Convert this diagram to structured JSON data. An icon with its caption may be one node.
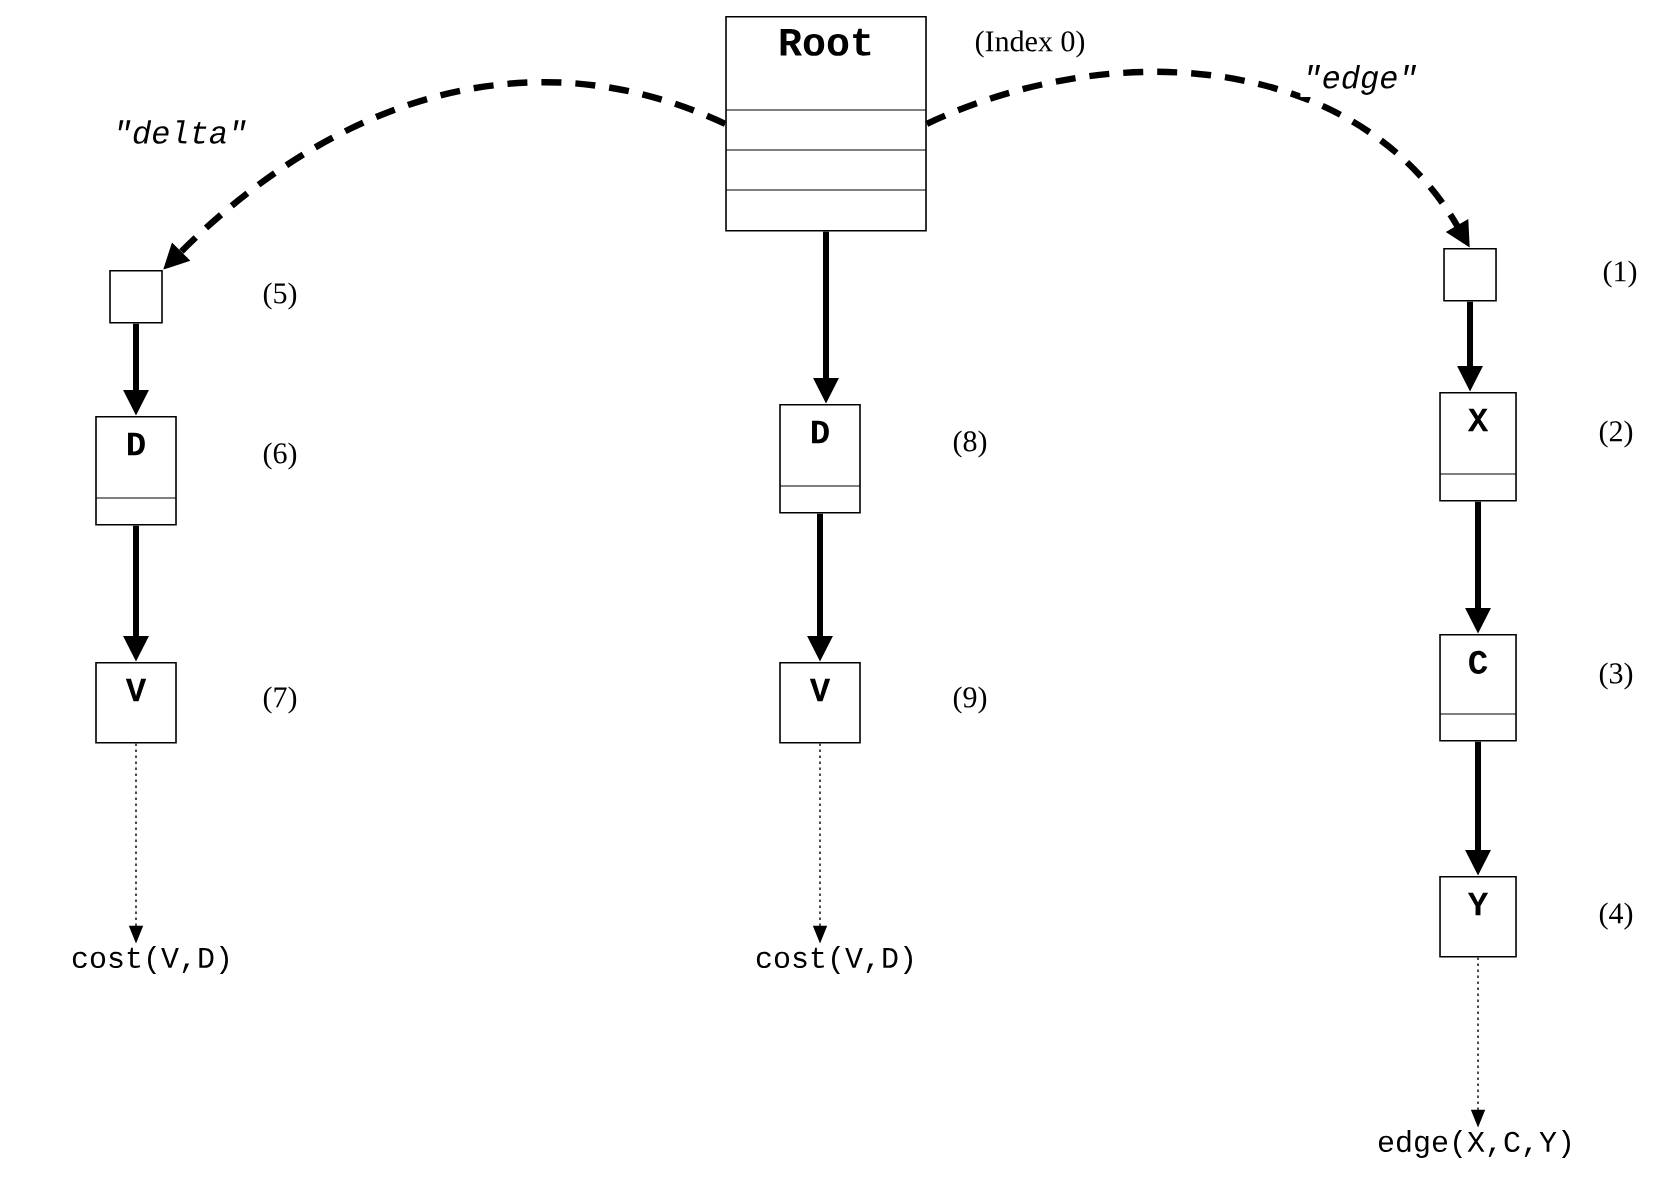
{
  "diagram": {
    "nodes": [
      {
        "text": [
          "Root"
        ],
        "beside": [
          "(Index 0)"
        ]
      },
      {
        "text": [],
        "shape": "box",
        "beside": [
          "(1)"
        ]
      },
      {
        "text": [
          "X"
        ],
        "beside": [
          "(2)"
        ]
      },
      {
        "text": [
          "C"
        ],
        "beside": [
          "(3)"
        ]
      },
      {
        "text": [
          "Y"
        ],
        "beside": [
          "(4)"
        ]
      },
      {
        "text": [],
        "shape": "box",
        "beside": [
          "(5)"
        ]
      },
      {
        "text": [
          "D"
        ],
        "beside": [
          "(6)"
        ]
      },
      {
        "text": [
          "V"
        ],
        "beside": [
          "(7)"
        ]
      },
      {
        "text": [
          "D"
        ],
        "beside": [
          "(8)"
        ]
      },
      {
        "text": [
          "V"
        ],
        "beside": [
          "(9)"
        ]
      },
      {
        "text": [
          "cost(V,D)"
        ]
      },
      {
        "text": [
          "cost(V,D)"
        ]
      },
      {
        "text": [
          "edge(X,C,Y)"
        ]
      }
    ],
    "edges": [
      {
        "from": 0,
        "to": 5,
        "arrow": "to",
        "style": "dashed",
        "label": "\"delta\""
      },
      {
        "from": 0,
        "to": 1,
        "arrow": "to",
        "style": "dashed",
        "label": "\"edge\""
      },
      {
        "from": 0,
        "to": 8,
        "arrow": "to"
      },
      {
        "from": 5,
        "to": 6,
        "arrow": "to"
      },
      {
        "from": 6,
        "to": 7,
        "arrow": "to"
      },
      {
        "from": 8,
        "to": 9,
        "arrow": "to"
      },
      {
        "from": 1,
        "to": 2,
        "arrow": "to"
      },
      {
        "from": 2,
        "to": 3,
        "arrow": "to"
      },
      {
        "from": 3,
        "to": 4,
        "arrow": "to"
      },
      {
        "from": 7,
        "to": 10,
        "arrow": "to",
        "style": "dashed"
      },
      {
        "from": 9,
        "to": 11,
        "arrow": "to",
        "style": "dashed"
      },
      {
        "from": 4,
        "to": 12,
        "arrow": "to",
        "style": "dashed"
      }
    ]
  }
}
